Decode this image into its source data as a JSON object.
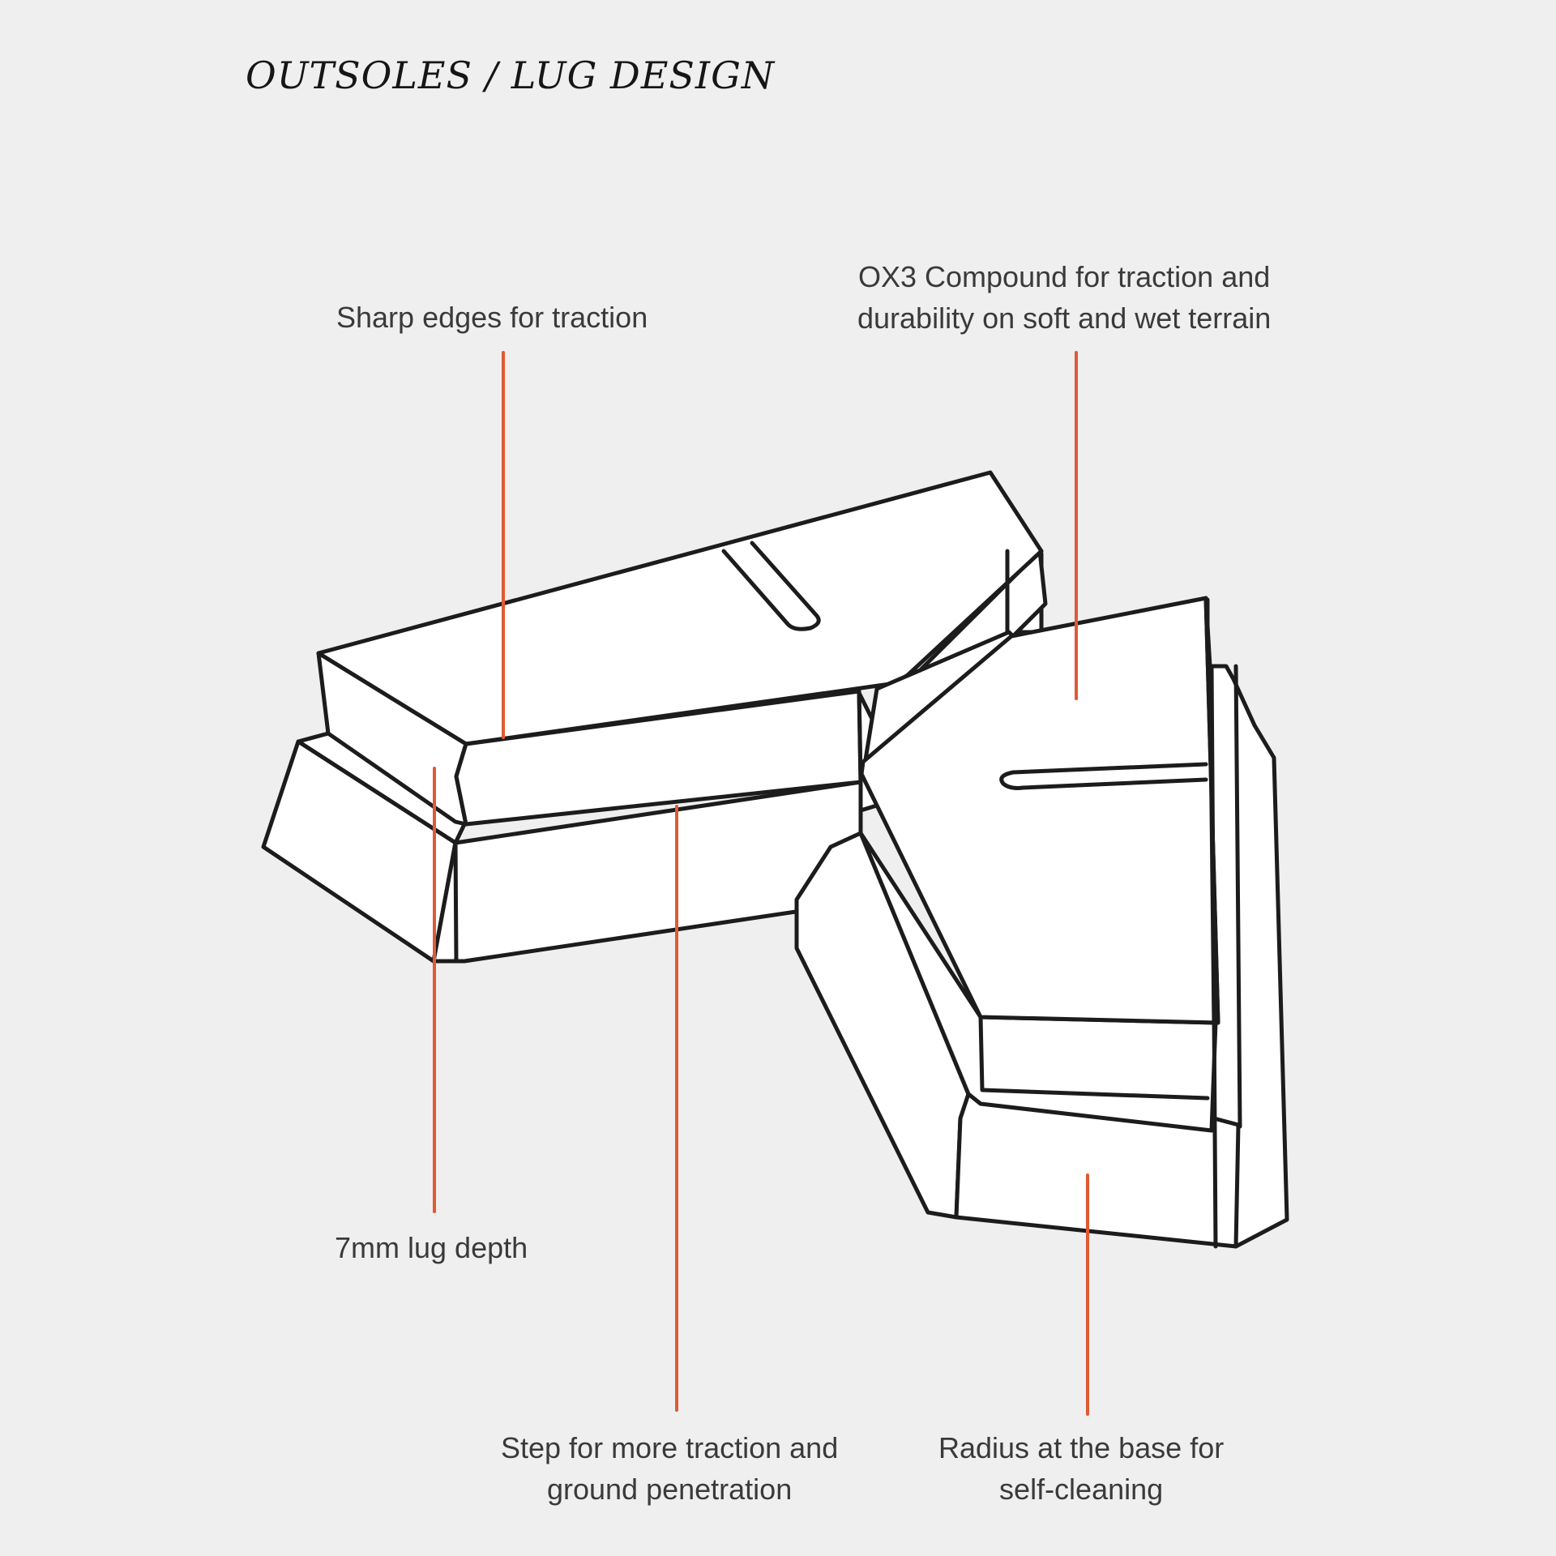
{
  "title": "OUTSOLES / LUG DESIGN",
  "colors": {
    "background": "#efefef",
    "outline": "#1c1c1c",
    "fill": "#ffffff",
    "leader": "#e05a33",
    "text": "#3a3a3a"
  },
  "callouts": {
    "sharp_edges": {
      "lines": [
        "Sharp edges for traction"
      ]
    },
    "compound": {
      "lines": [
        "OX3 Compound for traction and",
        "durability on soft and wet terrain"
      ]
    },
    "lug_depth": {
      "lines": [
        "7mm lug depth"
      ]
    },
    "step": {
      "lines": [
        "Step for more traction and",
        "ground penetration"
      ]
    },
    "radius": {
      "lines": [
        "Radius at the base for",
        "self-cleaning"
      ]
    }
  }
}
